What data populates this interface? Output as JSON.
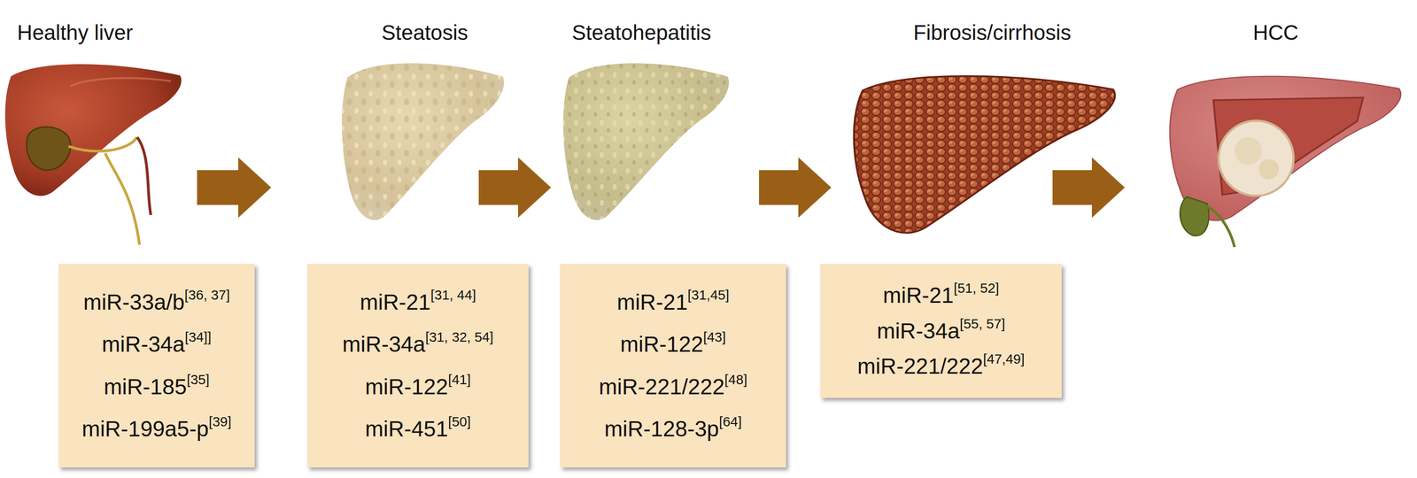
{
  "diagram": {
    "nodes": [
      {
        "text": [
          "miR-33a/b[36, 37]",
          "miR-34a[34]]",
          "miR-185[35]",
          "miR-199a5-p[39]"
        ]
      },
      {
        "text": [
          "miR-21[31, 44]",
          "miR-34a[31, 32, 54]",
          "miR-122[41]",
          "miR-451[50]"
        ]
      },
      {
        "text": [
          "miR-21[31,45]",
          "miR-122[43]",
          "miR-221/222[48]",
          "miR-128-3p[64]"
        ]
      },
      {
        "text": [
          "miR-21[51, 52]",
          "miR-34a[55, 57]",
          "miR-221/222[47,49]"
        ]
      }
    ],
    "labels": [
      "Healthy liver",
      "Steatosis",
      "Steatohepatitis",
      "Fibrosis/cirrhosis",
      "HCC"
    ]
  }
}
